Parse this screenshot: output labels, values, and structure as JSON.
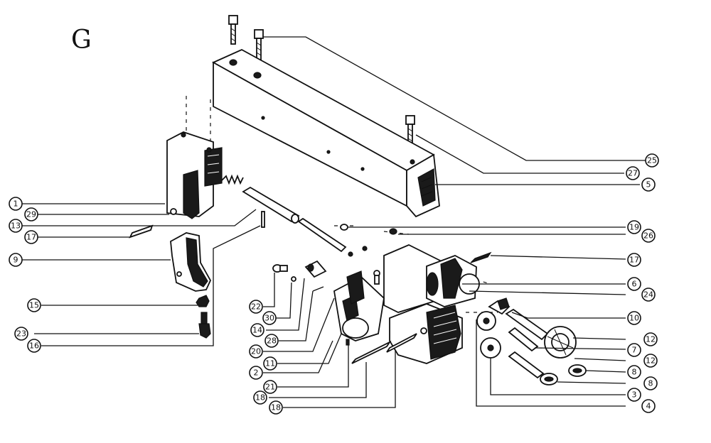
{
  "sheet_letter": "G",
  "callouts_right": [
    {
      "id": "c25",
      "num": "25"
    },
    {
      "id": "c27",
      "num": "27"
    },
    {
      "id": "c5",
      "num": "5"
    },
    {
      "id": "c19",
      "num": "19"
    },
    {
      "id": "c26",
      "num": "26"
    },
    {
      "id": "c17r",
      "num": "17"
    },
    {
      "id": "c6",
      "num": "6"
    },
    {
      "id": "c24",
      "num": "24"
    },
    {
      "id": "c10",
      "num": "10"
    },
    {
      "id": "c12a",
      "num": "12"
    },
    {
      "id": "c7",
      "num": "7"
    },
    {
      "id": "c12b",
      "num": "12"
    },
    {
      "id": "c8a",
      "num": "8"
    },
    {
      "id": "c8b",
      "num": "8"
    },
    {
      "id": "c3",
      "num": "3"
    },
    {
      "id": "c4",
      "num": "4"
    }
  ],
  "callouts_left": [
    {
      "id": "c1",
      "num": "1"
    },
    {
      "id": "c29",
      "num": "29"
    },
    {
      "id": "c13",
      "num": "13"
    },
    {
      "id": "c17l",
      "num": "17"
    },
    {
      "id": "c9",
      "num": "9"
    },
    {
      "id": "c15",
      "num": "15"
    },
    {
      "id": "c23",
      "num": "23"
    },
    {
      "id": "c16",
      "num": "16"
    }
  ],
  "callouts_bottom": [
    {
      "id": "c22",
      "num": "22"
    },
    {
      "id": "c30",
      "num": "30"
    },
    {
      "id": "c14",
      "num": "14"
    },
    {
      "id": "c28",
      "num": "28"
    },
    {
      "id": "c20",
      "num": "20"
    },
    {
      "id": "c11",
      "num": "11"
    },
    {
      "id": "c2",
      "num": "2"
    },
    {
      "id": "c21",
      "num": "21"
    },
    {
      "id": "c18a",
      "num": "18"
    },
    {
      "id": "c18b",
      "num": "18"
    }
  ]
}
